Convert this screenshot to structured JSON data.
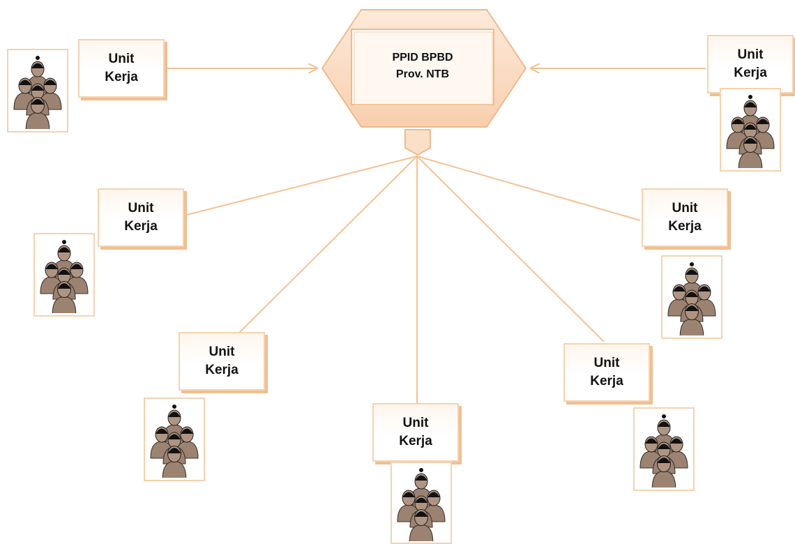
{
  "hub": {
    "line1": "PPID BPBD",
    "line2": "Prov. NTB"
  },
  "units": [
    {
      "id": "top-left",
      "line1": "Unit",
      "line2": "Kerja"
    },
    {
      "id": "top-right",
      "line1": "Unit",
      "line2": "Kerja"
    },
    {
      "id": "mid-left",
      "line1": "Unit",
      "line2": "Kerja"
    },
    {
      "id": "mid-right",
      "line1": "Unit",
      "line2": "Kerja"
    },
    {
      "id": "lower-left",
      "line1": "Unit",
      "line2": "Kerja"
    },
    {
      "id": "bottom-center",
      "line1": "Unit",
      "line2": "Kerja"
    },
    {
      "id": "lower-right",
      "line1": "Unit",
      "line2": "Kerja"
    }
  ],
  "icons": {
    "people": "people-group-icon",
    "arrow": "arrowhead-icon",
    "tab": "pentagon-connector-icon"
  },
  "colors": {
    "line": "#f4c195",
    "hub_fill": "#fbe0c8",
    "hub_stroke": "#f0b98a",
    "box_border": "#f6d2b0",
    "box_shadow": "#f0bf90",
    "figure_body": "#9b8271",
    "figure_head": "#111111"
  }
}
